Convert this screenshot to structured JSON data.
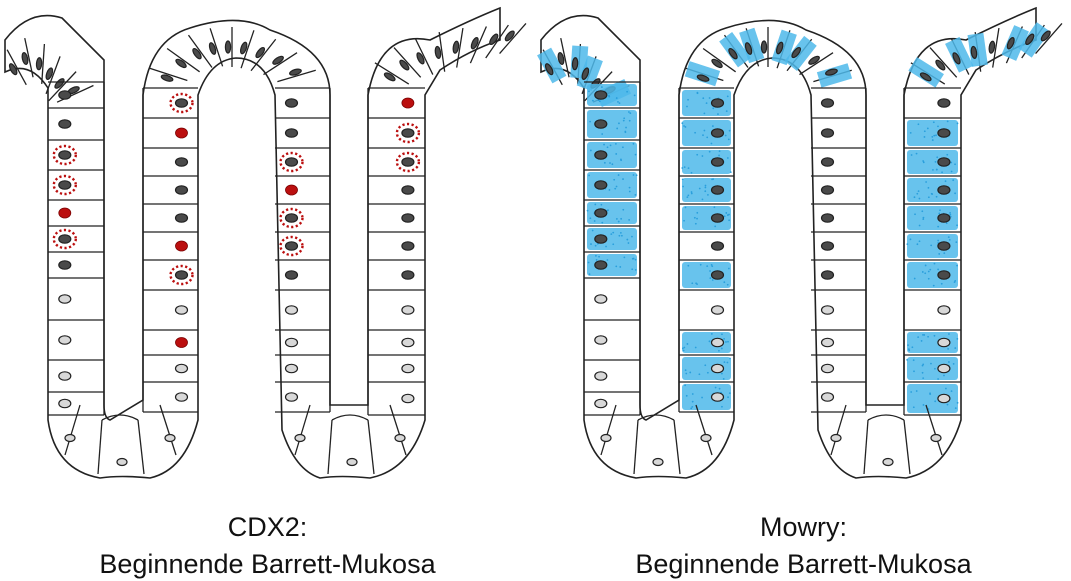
{
  "panels": [
    {
      "id": "cdx2",
      "caption_line1": "CDX2:",
      "caption_line2": "Beginnende Barrett-Mukosa",
      "stain": "red-nuclear",
      "stain_color": "#bb0f0f"
    },
    {
      "id": "mowry",
      "caption_line1": "Mowry:",
      "caption_line2": "Beginnende Barrett-Mukosa",
      "stain": "blue-cytoplasmic",
      "stain_color": "#4eb8ea"
    }
  ]
}
